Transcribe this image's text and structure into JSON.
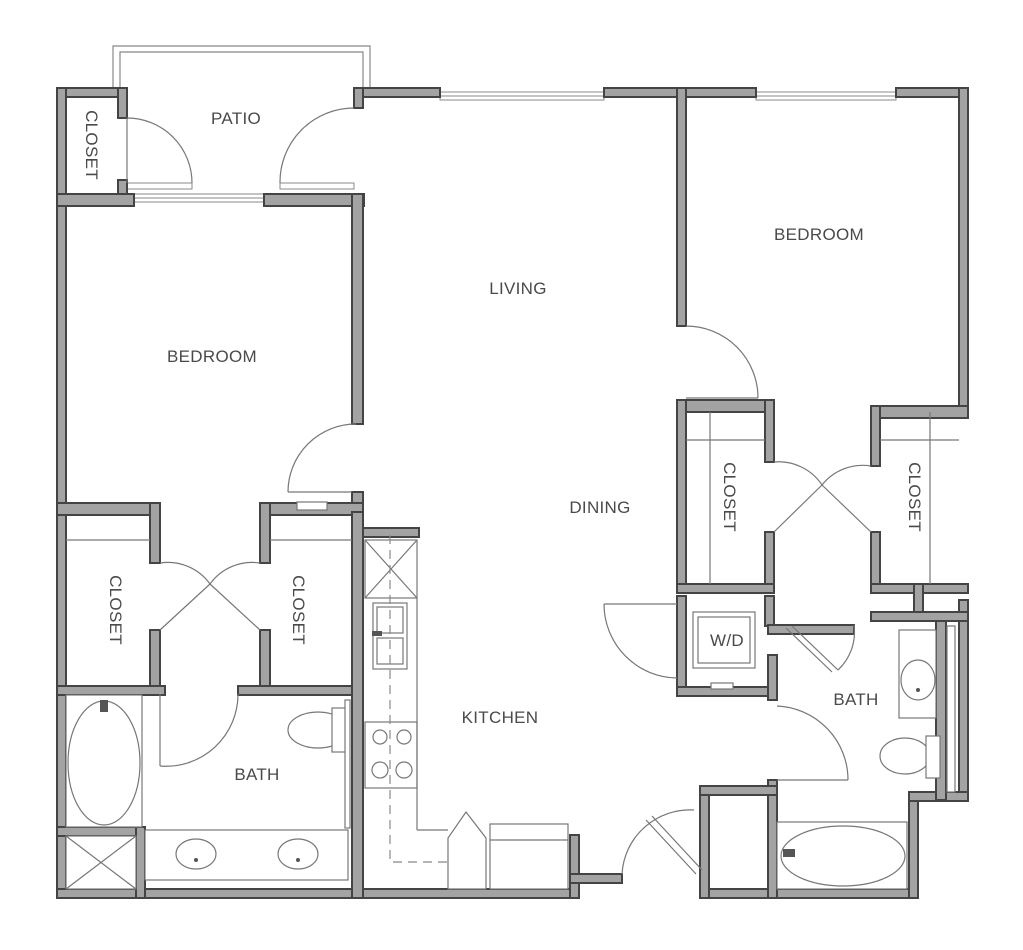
{
  "labels": {
    "patio": "PATIO",
    "closet_entry": "CLOSET",
    "bedroom_left": "BEDROOM",
    "living": "LIVING",
    "bedroom_right": "BEDROOM",
    "dining": "DINING",
    "closet_right_a": "CLOSET",
    "closet_right_b": "CLOSET",
    "closet_left_a": "CLOSET",
    "closet_left_b": "CLOSET",
    "wd": "W/D",
    "kitchen": "KITCHEN",
    "bath_left": "BATH",
    "bath_right": "BATH"
  }
}
